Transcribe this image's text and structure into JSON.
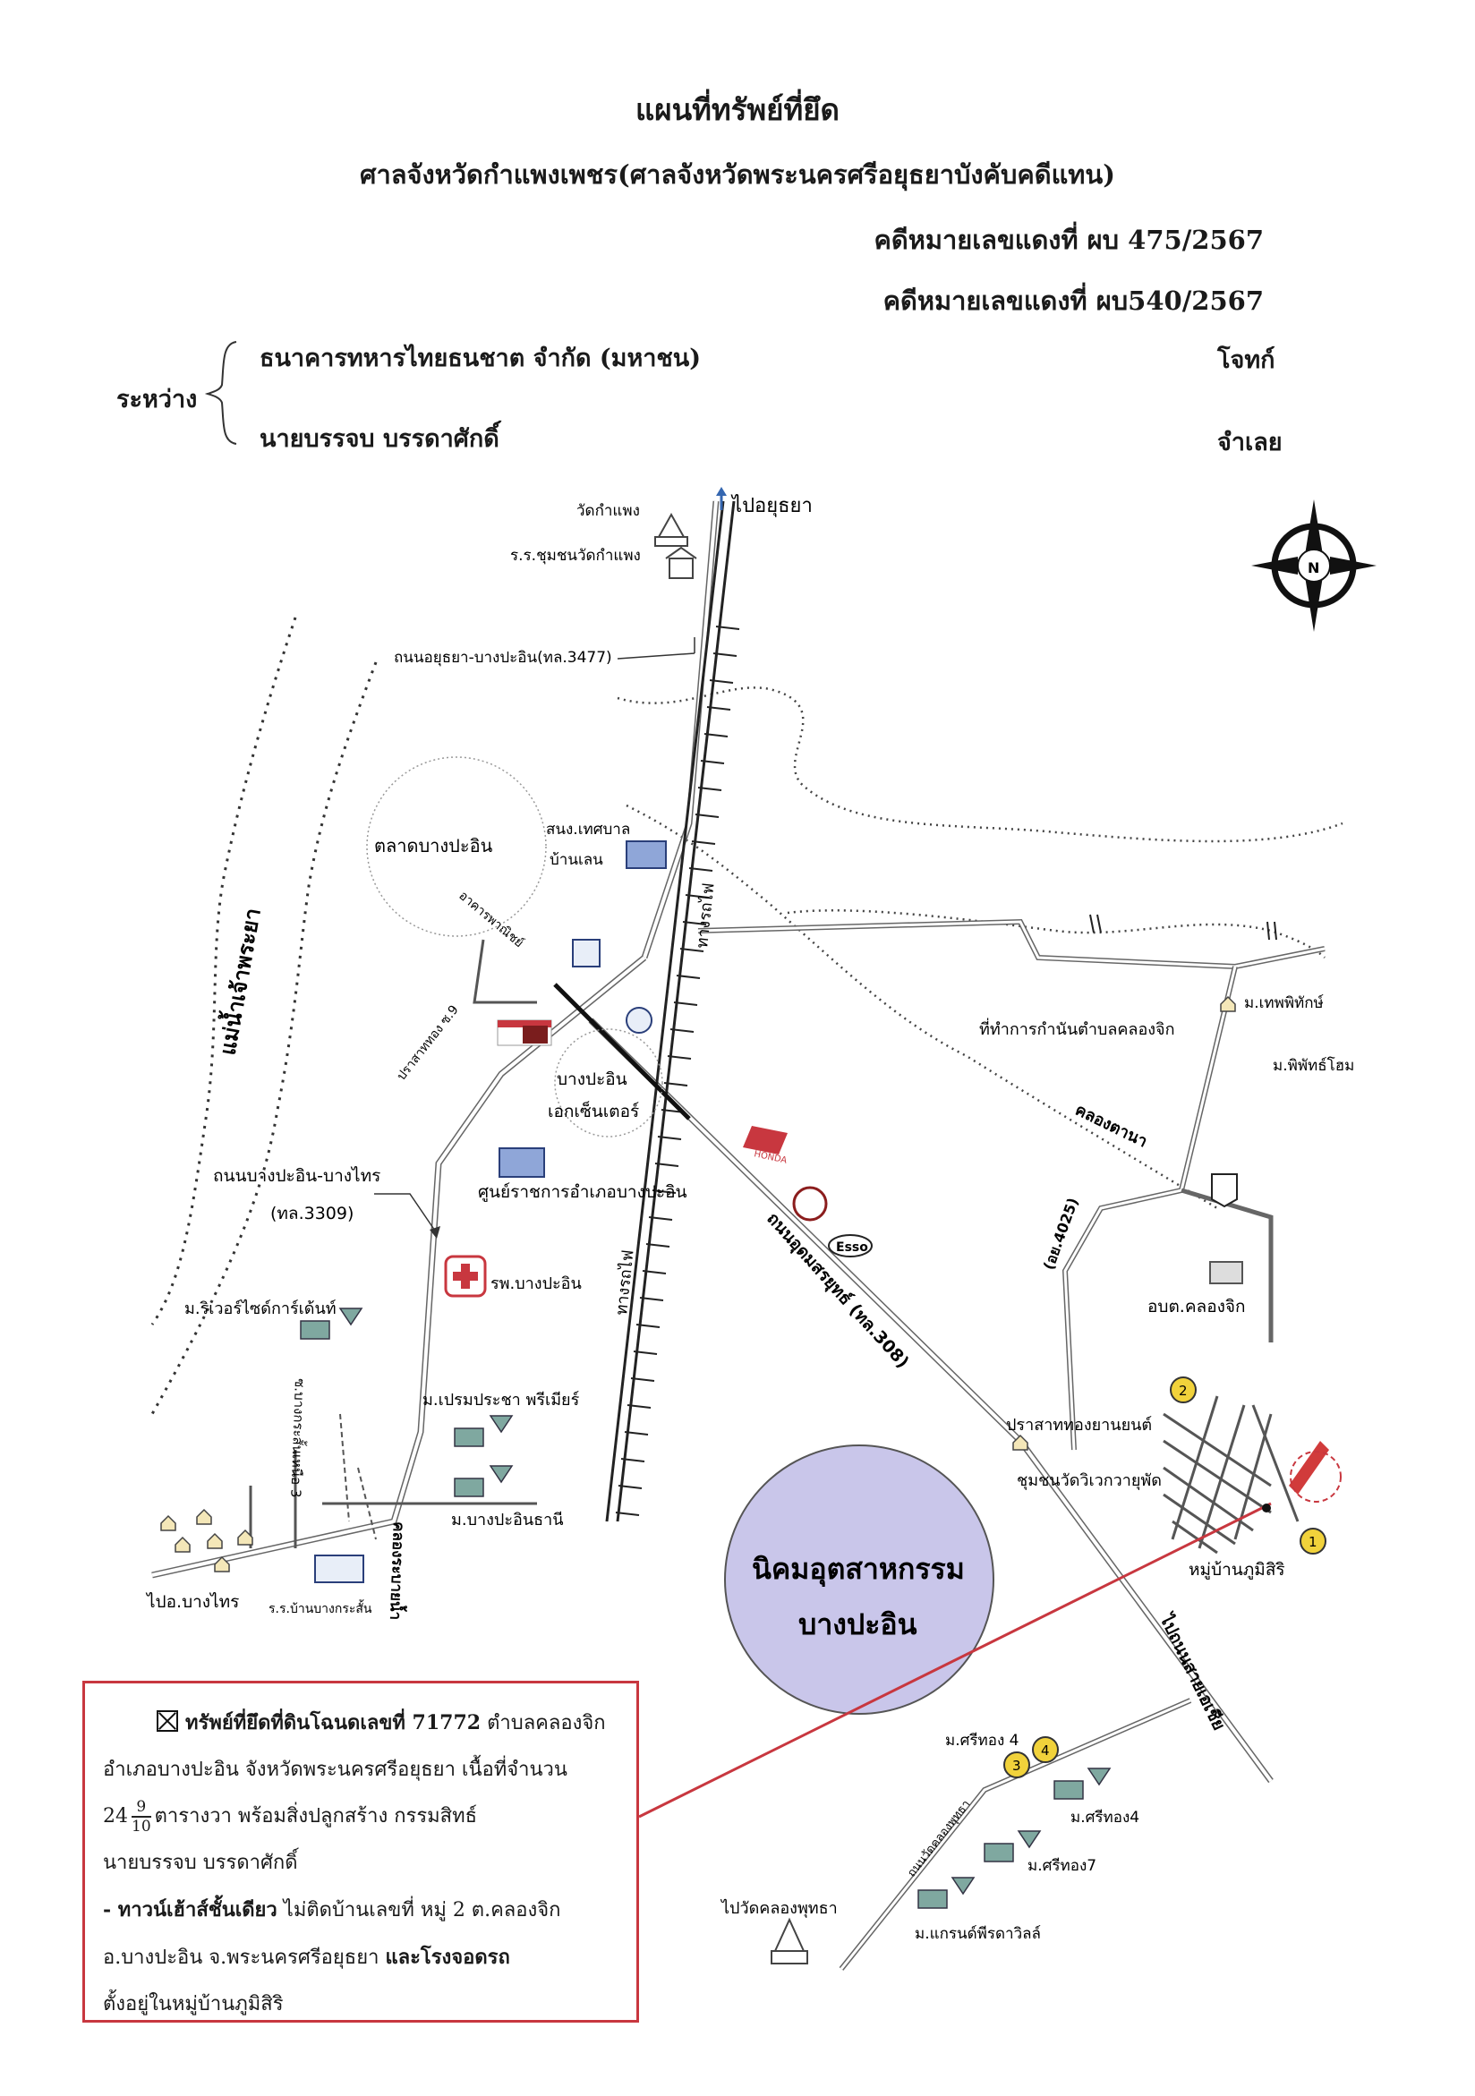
{
  "header": {
    "title": "แผนที่ทรัพย์ที่ยึด",
    "court": "ศาลจังหวัดกำแพงเพชร(ศาลจังหวัดพระนครศรีอยุธยาบังคับคดีแทน)",
    "case_1": "คดีหมายเลขแดงที่  ผบ 475/2567",
    "case_2": "คดีหมายเลขแดงที่  ผบ540/2567",
    "between_label": "ระหว่าง",
    "plaintiff_name": "ธนาคารทหารไทยธนชาต จำกัด (มหาชน)",
    "plaintiff_role": "โจทก์",
    "defendant_name": "นายบรรจบ บรรดาศักดิ์",
    "defendant_role": "จำเลย"
  },
  "map": {
    "labels": {
      "wat_kamphaeng": "วัดกำแพง",
      "school": "ร.ร.ชุมชนวัดกำแพง",
      "to_ayutthaya": "ไปอยุธยา",
      "road_3477": "ถนนอยุธยา-บางปะอิน(ทล.3477)",
      "market": "ตลาดบางปะอิน",
      "municipal_office": "สนง.เทศบาล",
      "ban_len": "บ้านเลน",
      "river": "แม่น้ำเจ้าพระยา",
      "prasat_soi": "ปราสาททอง ซ.9",
      "arcade": "อาคารพาณิชย์",
      "railway_1": "ทางรถไฟ",
      "railway_2": "ทางรถไฟ",
      "center_1": "บางปะอิน",
      "center_2": "เอกเซ็นเตอร์",
      "road_3309_a": "ถนนบางปะอิน-บางไทร",
      "road_3309_b": "(ทล.3309)",
      "district_office": "ศูนย์ราชการอำเภอบางปะอิน",
      "hospital": "รพ.บางปะอิน",
      "riverside_garden": "ม.ริเวอร์ไซด์การ์เด้นท์",
      "road_308": "ถนนอุดมสรยุทธ์ (ทล.308)",
      "honda": "HONDA",
      "esso": "Esso",
      "kamnan_office": "ที่ทำการกำนันตำบลคลองจิก",
      "thep_phithak": "ม.เทพพิทักษ์",
      "phiphat_home": "ม.พิพัทธ์โฮม",
      "canal_tanao": "คลองตานา",
      "road_4025": "(อย.4025)",
      "obt": "อบต.คลองจิก",
      "prem_pracha": "ม.เปรมประชา พรีเมียร์",
      "bang_pa_in_thani": "ม.บางปะอินธานี",
      "soi_bangkrasan": "ซ.บางกระสั้นเหนือ 3",
      "to_bang_sai": "ไปอ.บางไทร",
      "ban_bangkrasan_school": "ร.ร.บ้านบางกระสั้น",
      "khlong_rangsit": "คลองระบายน้ำ",
      "prasat_thong_yanyon": "ปราสาททองยานยนต์",
      "chumchon_wat": "ชุมชนวัดวิเวกวายุพัด",
      "phumisiri": "หมู่บ้านภูมิสิริ",
      "industrial_1": "นิคมอุตสาหกรรม",
      "industrial_2": "บางปะอิน",
      "to_saen_sai": "ไปถนนสายเอเชีย",
      "sritong4_a": "ม.ศรีทอง 4",
      "sritong4_b": "ม.ศรีทอง4",
      "sritong7": "ม.ศรีทอง7",
      "road_khlong_phutsa": "ถนนวัดคลองพุทธา",
      "to_wat_khlong_phutsa": "ไปวัดคลองพุทธา",
      "grand_pheerada": "ม.แกรนด์พีรดาวิลล์",
      "compass_n": "N",
      "marker_1": "1",
      "marker_2": "2",
      "marker_3": "3",
      "marker_4": "4"
    }
  },
  "property": {
    "line1_bold": "ทรัพย์ที่ยึดที่ดินโฉนดเลขที่  71772",
    "line1_rest": " ตำบลคลองจิก",
    "line2": "อำเภอบางปะอิน  จังหวัดพระนครศรีอยุธยา  เนื้อที่จำนวน",
    "area_whole": "24",
    "area_num": "9",
    "area_den": "10",
    "line3_rest": "ตารางวา พร้อมสิ่งปลูกสร้าง กรรมสิทธ์",
    "line4": "นายบรรจบ บรรดาศักดิ์",
    "line5_bold": "- ทาวน์เฮ้าส์ชั้นเดียว",
    "line5_rest": " ไม่ติดบ้านเลขที่  หมู่ 2 ต.คลองจิก",
    "line6_start": "อ.บางปะอิน จ.พระนครศรีอยุธยา ",
    "line6_bold": "และโรงจอดรถ",
    "line7": "ตั้งอยู่ในหมู่บ้านภูมิสิริ"
  },
  "colors": {
    "highlight_red": "#c8373f",
    "industrial_fill": "#c9c6ea",
    "marker_yellow": "#f1d23b"
  }
}
